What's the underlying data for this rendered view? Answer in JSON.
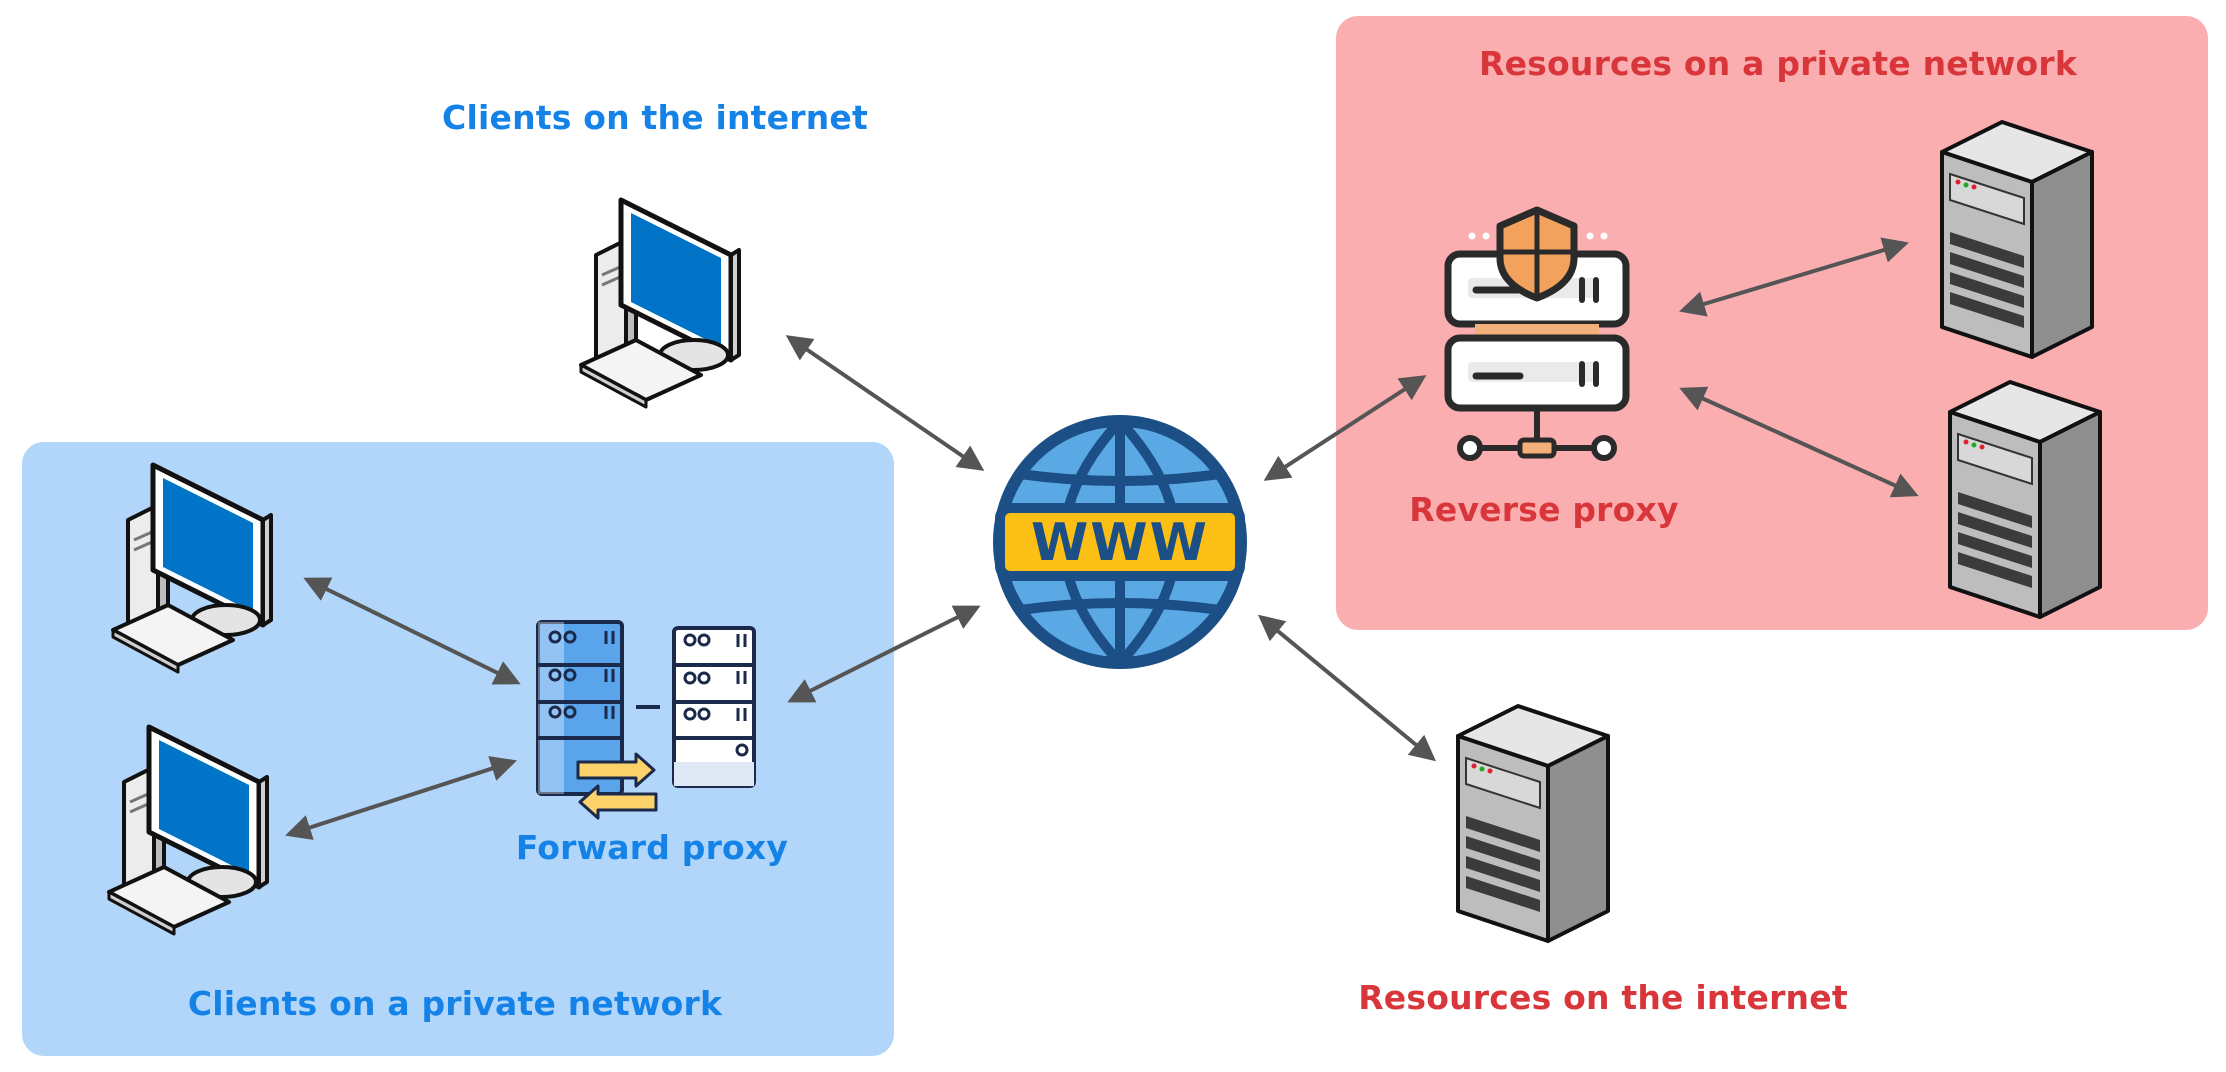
{
  "labels": {
    "clients_internet": "Clients on the internet",
    "clients_private": "Clients on a private network",
    "resources_private": "Resources on a private network",
    "resources_internet": "Resources on the internet",
    "forward_proxy": "Forward proxy",
    "reverse_proxy": "Reverse proxy",
    "globe_text": "WWW"
  },
  "colors": {
    "client_region": "#b1d6f9",
    "resource_region": "#fbaeb0",
    "client_text": "#1582e8",
    "resource_text": "#d8363a",
    "arrow": "#555555",
    "globe_blue": "#1b4f86",
    "globe_banner": "#fbbf16"
  },
  "icons": [
    "desktop-computer-icon",
    "server-tower-icon",
    "proxy-server-icon",
    "reverse-proxy-icon",
    "globe-www-icon"
  ]
}
